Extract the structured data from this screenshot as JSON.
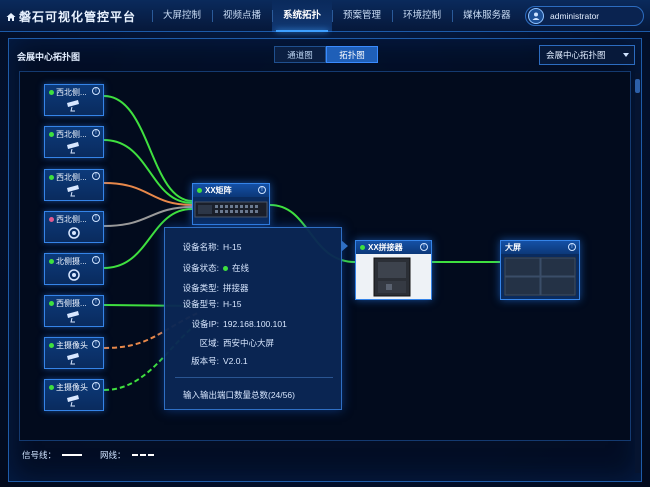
{
  "app": {
    "title": "磐石可视化管控平台",
    "user": "administrator"
  },
  "nav": [
    "大屏控制",
    "视频点播",
    "系统拓扑",
    "预案管理",
    "环境控制",
    "媒体服务器"
  ],
  "nav_active": 2,
  "panel": {
    "title": "会展中心拓扑图",
    "tabs": [
      "通道图",
      "拓扑图"
    ],
    "active_tab": 1,
    "select_value": "会展中心拓扑图"
  },
  "devices": [
    {
      "label": "西北侧...",
      "status_color": "#3fe03f",
      "icon": "camera-icon"
    },
    {
      "label": "西北侧...",
      "status_color": "#3fe03f",
      "icon": "camera-icon"
    },
    {
      "label": "西北侧...",
      "status_color": "#3fe03f",
      "icon": "camera-icon"
    },
    {
      "label": "西北侧...",
      "status_color": "#e05a8f",
      "icon": "dome-camera-icon"
    },
    {
      "label": "北侧摄...",
      "status_color": "#3fe03f",
      "icon": "dome-camera-icon"
    },
    {
      "label": "西侧摄...",
      "status_color": "#3fe03f",
      "icon": "camera-icon"
    },
    {
      "label": "主摄像头",
      "status_color": "#3fe03f",
      "icon": "camera-icon"
    },
    {
      "label": "主摄像头",
      "status_color": "#3fe03f",
      "icon": "camera-icon"
    }
  ],
  "matrix": {
    "label": "XX矩阵",
    "status_color": "#3fe03f"
  },
  "splicer": {
    "label": "XX拼接器",
    "status_color": "#3fe03f"
  },
  "screen": {
    "label": "大屏"
  },
  "tooltip": {
    "rows": [
      {
        "key": "设备名称:",
        "value": "H-15"
      },
      {
        "key": "设备状态:",
        "value": "在线"
      },
      {
        "key": "设备类型:",
        "value": "拼接器"
      },
      {
        "key": "设备型号:",
        "value": "H-15"
      },
      {
        "key": "设备IP:",
        "value": "192.168.100.101"
      },
      {
        "key": "区域:",
        "value": "西安中心大屏"
      },
      {
        "key": "版本号:",
        "value": "V2.0.1"
      }
    ],
    "total": "输入输出端口数量总数(24/56)"
  },
  "legend": {
    "signal": "信号线：",
    "network": "网线："
  },
  "colors": {
    "accent": "#3ea0ff",
    "signal_green": "#3fe03f",
    "signal_orange": "#e8884a",
    "signal_gray": "#9a9a9a"
  }
}
